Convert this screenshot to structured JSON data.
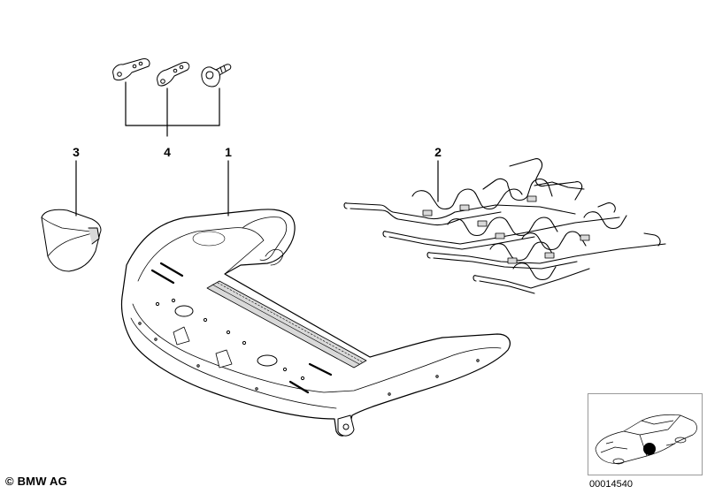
{
  "callouts": {
    "part_1": "1",
    "part_2": "2",
    "part_3": "3",
    "part_4": "4"
  },
  "footer": {
    "copyright": "© BMW AG",
    "reference_number": "00014540"
  },
  "colors": {
    "line": "#000000",
    "fill": "#ffffff",
    "shade": "#d9d9d9",
    "marker": "#000000"
  },
  "icons": {
    "thumbnail": "car-outline-icon",
    "location_marker": "location-dot-icon"
  }
}
